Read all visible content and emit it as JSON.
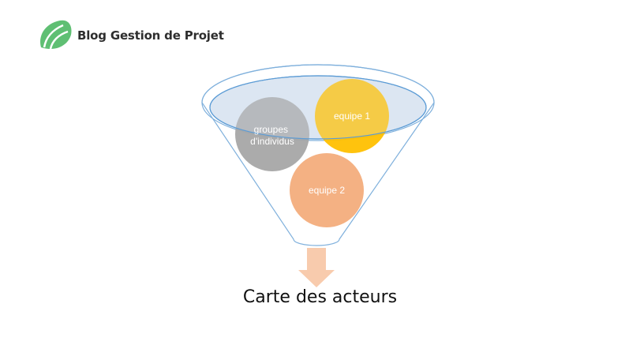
{
  "logo": {
    "text": "Blog Gestion de Projet"
  },
  "diagram": {
    "circles": [
      {
        "label_lines": [
          "groupes",
          "d'individus"
        ],
        "color": "#a6a6a6"
      },
      {
        "label_lines": [
          "equipe 1"
        ],
        "color": "#ffc000"
      },
      {
        "label_lines": [
          "equipe 2"
        ],
        "color": "#f4b183"
      }
    ],
    "funnel_color": "#dce6f2",
    "funnel_stroke": "#7fb0dc",
    "arrow_color": "#f8cbad",
    "caption": "Carte des acteurs"
  }
}
